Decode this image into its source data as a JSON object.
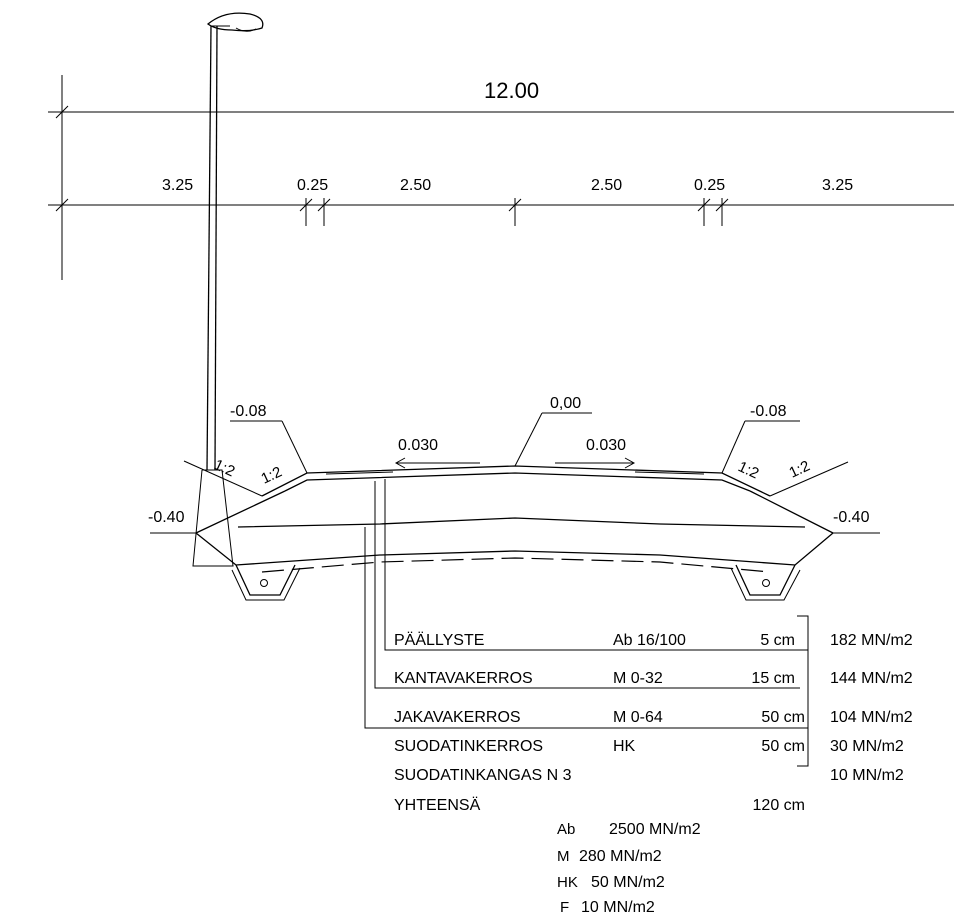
{
  "dimensions": {
    "total": "12.00",
    "segments": [
      "3.25",
      "0.25",
      "2.50",
      "2.50",
      "0.25",
      "3.25"
    ]
  },
  "elevations": {
    "center": "0,00",
    "left_edge": "-0.08",
    "right_edge": "-0.08",
    "left_bottom": "-0.40",
    "right_bottom": "-0.40"
  },
  "slopes": {
    "left_crossfall": "0.030",
    "right_crossfall": "0.030",
    "left_outer": "1:2",
    "left_inner": "1:2",
    "right_inner": "1:2",
    "right_outer": "1:2"
  },
  "layers": [
    {
      "name": "PÄÄLLYSTE",
      "material": "Ab 16/100",
      "thickness": "5 cm",
      "modulus": "182 MN/m2"
    },
    {
      "name": "KANTAVAKERROS",
      "material": "M 0-32",
      "thickness": "15 cm",
      "modulus": "144 MN/m2"
    },
    {
      "name": "JAKAVAKERROS",
      "material": "M 0-64",
      "thickness": "50 cm",
      "modulus": "104 MN/m2"
    },
    {
      "name": "SUODATINKERROS",
      "material": "HK",
      "thickness": "50 cm",
      "modulus": "30 MN/m2"
    },
    {
      "name": "SUODATINKANGAS N 3",
      "material": "",
      "thickness": "",
      "modulus": "10 MN/m2"
    }
  ],
  "total": {
    "label": "YHTEENSÄ",
    "thickness": "120 cm"
  },
  "legend": [
    {
      "code": "Ab",
      "value": "2500 MN/m2"
    },
    {
      "code": "M",
      "value": "280 MN/m2"
    },
    {
      "code": "HK",
      "value": "50 MN/m2"
    },
    {
      "code": "F",
      "value": "10 MN/m2"
    }
  ]
}
